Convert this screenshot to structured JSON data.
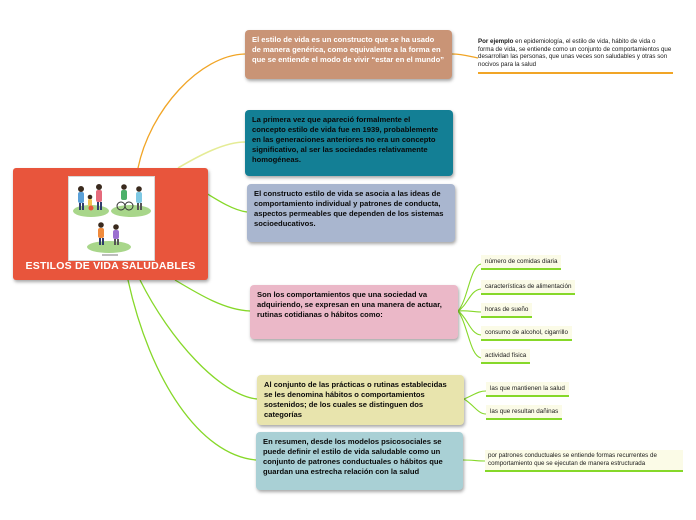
{
  "central": {
    "title": "ESTILOS DE VIDA SALUDABLES",
    "image_icon": "healthy-lifestyle-illustration"
  },
  "branches": [
    {
      "text": "El estilo de vida es un constructo que se ha usado de manera genérica, como equivalente a la forma en que se entiende el modo de vivir “estar en el mundo”"
    },
    {
      "text": "La primera vez que apareció formalmente el concepto estilo de vida fue en 1939, probablemente en las generaciones anteriores no era un concepto  significativo, al ser las sociedades relativamente homogéneas."
    },
    {
      "text": "El constructo estilo de vida se asocia a las ideas de comportamiento individual y patrones de conducta, aspectos permeables que dependen de los sistemas socioeducativos."
    },
    {
      "text": "Son los comportamientos que una sociedad va adquiriendo, se expresan en una manera de actuar, rutinas cotidianas o hábitos como:"
    },
    {
      "text": "Al conjunto de las  prácticas o rutinas establecidas se les denomina hábitos o comportamientos sostenidos; de los cuales se distinguen dos categorías"
    },
    {
      "text": "En resumen, desde los modelos psicosociales se puede definir el estilo de vida saludable como un conjunto de patrones conductuales o hábitos que guardan una estrecha relación con la salud"
    }
  ],
  "notes": {
    "example_lead": "Por ejemplo",
    "example_text": " en epidemiología, el estilo de vida, hábito de vida o forma de vida, se entiende como un conjunto de comportamientos que desarrollan las personas, que unas veces son saludables y otras son nocivos para la salud",
    "summary_note": "por patrones conductuales se entiende formas recurrentes de comportamiento que se ejecutan de manera estructurada"
  },
  "habits": [
    "número de comidas diaria",
    "características de alimentación",
    "horas de sueño",
    "consumo de alcohol, cigarrillo",
    "actividad física"
  ],
  "categories": [
    "las que mantienen la salud",
    "las que resultan dañinas"
  ],
  "colors": {
    "central": "#e8553c",
    "branch_1": "#c99476",
    "branch_2": "#137f95",
    "branch_3": "#a9b6cf",
    "branch_4": "#ebb8c8",
    "branch_5": "#e8e4ad",
    "branch_6": "#a9d0d5",
    "link_orange": "#f1a526",
    "link_green": "#86d829"
  }
}
